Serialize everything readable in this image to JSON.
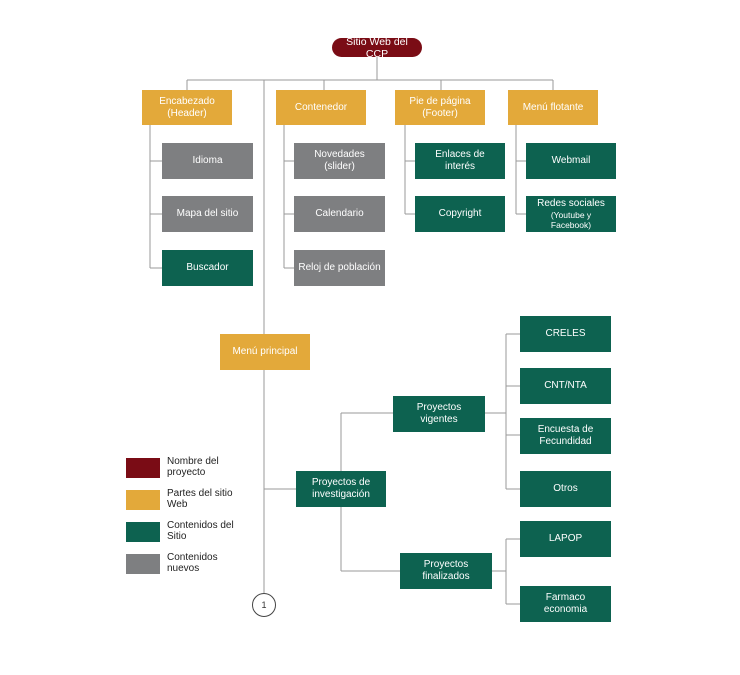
{
  "colors": {
    "project": "#7a0c15",
    "parts": "#e3a93a",
    "content": "#0d6250",
    "new": "#7e7f81",
    "line": "#9a9a9a"
  },
  "root": {
    "label": "Sitio Web del CCP"
  },
  "nodes": {
    "encabezado": {
      "label": "Encabezado (Header)"
    },
    "contenedor": {
      "label": "Contenedor"
    },
    "pie": {
      "label": "Pie de página (Footer)"
    },
    "menu_flotante": {
      "label": "Menú flotante"
    },
    "idioma": {
      "label": "Idioma"
    },
    "mapa": {
      "label": "Mapa del sitio"
    },
    "buscador": {
      "label": "Buscador"
    },
    "novedades": {
      "label": "Novedades (slider)"
    },
    "calendario": {
      "label": "Calendario"
    },
    "reloj": {
      "label": "Reloj de población"
    },
    "enlaces": {
      "label": "Enlaces de interés"
    },
    "copyright": {
      "label": "Copyright"
    },
    "webmail": {
      "label": "Webmail"
    },
    "redes": {
      "label": "Redes sociales",
      "sub": "(Youtube y Facebook)"
    },
    "menu_principal": {
      "label": "Menú principal"
    },
    "investigacion": {
      "label": "Proyectos de investigación"
    },
    "vigentes": {
      "label": "Proyectos vigentes"
    },
    "finalizados": {
      "label": "Proyectos finalizados"
    },
    "creles": {
      "label": "CRELES"
    },
    "cnt": {
      "label": "CNT/NTA"
    },
    "encuesta": {
      "label": "Encuesta de Fecundidad"
    },
    "otros": {
      "label": "Otros"
    },
    "lapop": {
      "label": "LAPOP"
    },
    "farmaco": {
      "label": "Farmaco economia"
    }
  },
  "connector": {
    "label": "1"
  },
  "legend": [
    {
      "label": "Nombre del proyecto",
      "color": "#7a0c15"
    },
    {
      "label": "Partes del sitio Web",
      "color": "#e3a93a"
    },
    {
      "label": "Contenidos del Sitio",
      "color": "#0d6250"
    },
    {
      "label": "Contenidos nuevos",
      "color": "#7e7f81"
    }
  ]
}
